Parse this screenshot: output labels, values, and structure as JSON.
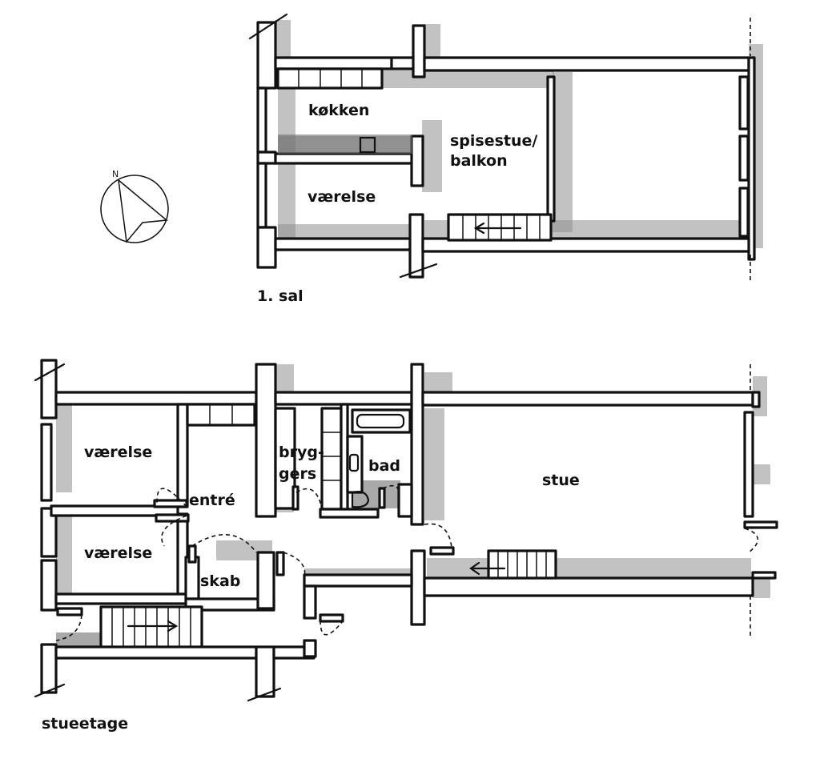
{
  "upper_floor": {
    "label": "1. sal",
    "rooms": {
      "kitchen": "køkken",
      "dining_line1": "spisestue/",
      "dining_line2": "balkon",
      "bedroom": "værelse"
    }
  },
  "ground_floor": {
    "label": "stueetage",
    "rooms": {
      "bedroom_top": "værelse",
      "bedroom_bottom": "værelse",
      "entry": "entré",
      "utility_line1": "bryg-",
      "utility_line2": "gers",
      "bath": "bad",
      "living": "stue",
      "closet": "skab"
    }
  },
  "north_arrow": {
    "letter": "N",
    "icon": "north-arrow-icon"
  },
  "colors": {
    "ink": "#111111",
    "shadow": "#8f8f8f",
    "background": "#ffffff"
  }
}
